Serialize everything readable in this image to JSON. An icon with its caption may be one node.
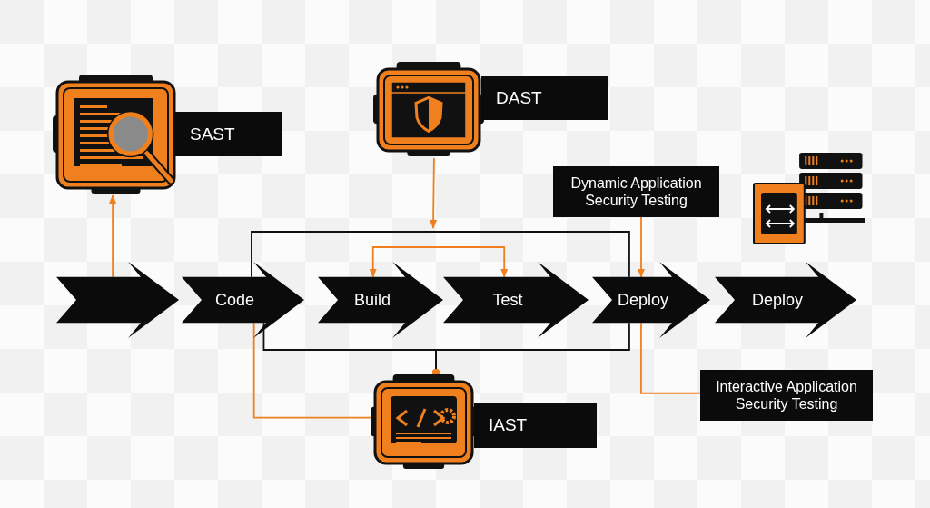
{
  "diagram": {
    "nodes": [
      {
        "text": [],
        "shape": "chevron"
      },
      {
        "text": [
          "Code"
        ]
      },
      {
        "text": [
          "Build"
        ]
      },
      {
        "text": [
          "Test"
        ]
      },
      {
        "text": [
          "Deploy"
        ]
      },
      {
        "text": [
          "Deploy"
        ]
      },
      {
        "text": [],
        "shape": "picture"
      },
      {
        "text": [
          "SAST"
        ]
      },
      {
        "text": [],
        "shape": "picture"
      },
      {
        "text": [
          "DAST"
        ]
      },
      {
        "text": [
          "Dynamic Application Security Testing"
        ]
      },
      {
        "text": [],
        "shape": "picture"
      },
      {
        "text": [],
        "shape": "picture"
      },
      {
        "text": [
          "IAST"
        ]
      },
      {
        "text": [
          "Interactive Application Security Testing"
        ]
      }
    ],
    "edges": [
      {
        "from": 0,
        "to": 6,
        "arrow": "to"
      },
      {
        "from": 8,
        "to": null,
        "arrow": "to"
      },
      {
        "from": 1,
        "to": 4,
        "arrow": "none",
        "color": "#111111"
      },
      {
        "from": 1,
        "to": 12,
        "arrow": "other",
        "color": "#111111"
      },
      {
        "from": 4,
        "to": 12,
        "arrow": "other",
        "color": "#111111"
      },
      {
        "from": 2,
        "to": 3,
        "arrow": "both"
      },
      {
        "from": 10,
        "to": 4,
        "arrow": "to"
      },
      {
        "from": 1,
        "to": 12,
        "arrow": "none"
      },
      {
        "from": 4,
        "to": 14,
        "arrow": "none"
      }
    ]
  }
}
